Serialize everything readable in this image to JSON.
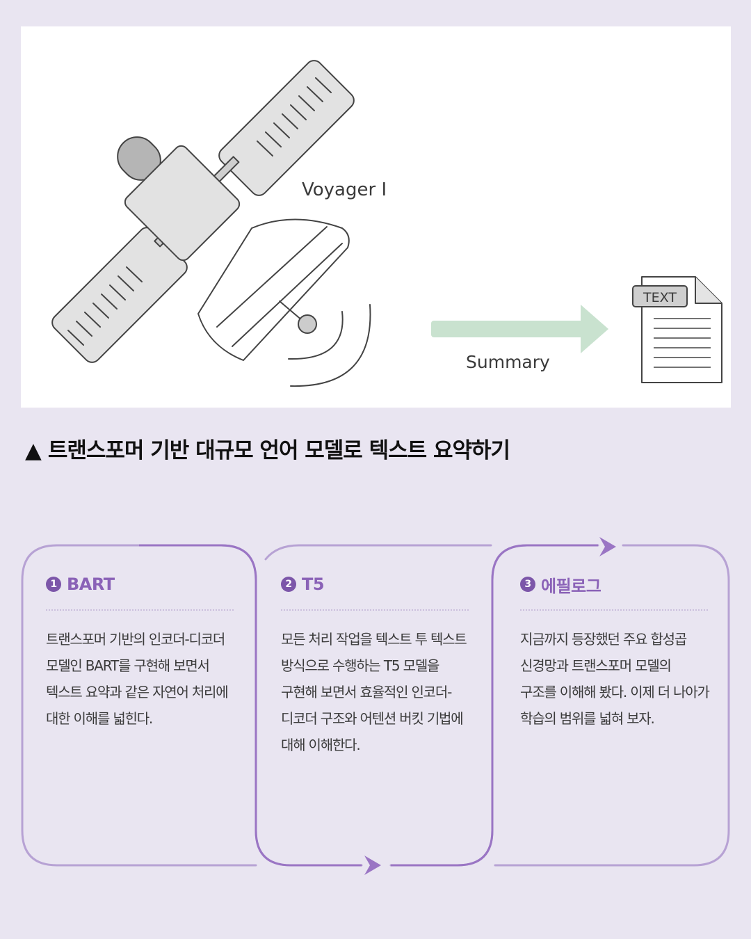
{
  "illustration": {
    "spacecraft_label": "Voyager I",
    "arrow_label": "Summary",
    "document_tag": "TEXT"
  },
  "caption": {
    "marker": "▲",
    "text": "트랜스포머 기반 대규모 언어 모델로 텍스트 요약하기"
  },
  "colors": {
    "background": "#e9e5f1",
    "accent": "#8a62b7",
    "arrow": "#c9e2cf"
  },
  "cards": [
    {
      "number": "1",
      "title": "BART",
      "body": "트랜스포머 기반의 인코더-디코더 모델인 BART를 구현해 보면서 텍스트 요약과 같은 자연어 처리에 대한 이해를 넓힌다."
    },
    {
      "number": "2",
      "title": "T5",
      "body": "모든 처리 작업을 텍스트 투 텍스트 방식으로 수행하는 T5 모델을 구현해 보면서 효율적인 인코더-디코더 구조와 어텐션 버킷 기법에 대해 이해한다."
    },
    {
      "number": "3",
      "title": "에필로그",
      "body": "지금까지 등장했던 주요 합성곱 신경망과 트랜스포머 모델의 구조를 이해해 봤다. 이제 더 나아가 학습의 범위를 넓혀 보자."
    }
  ]
}
